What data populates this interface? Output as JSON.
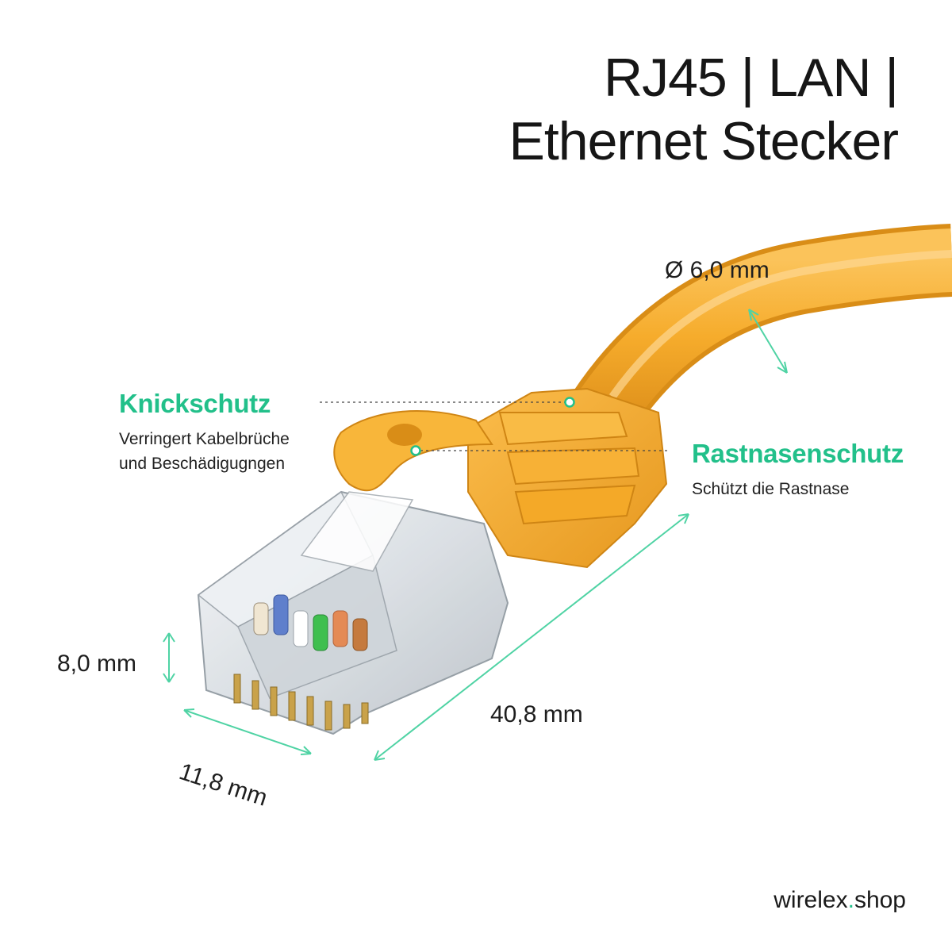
{
  "title": {
    "line1": "RJ45 | LAN |",
    "line2": "Ethernet Stecker"
  },
  "features": {
    "knickschutz": {
      "heading": "Knickschutz",
      "line1": "Verringert Kabelbrüche",
      "line2": "und Beschädigugngen"
    },
    "rastnasenschutz": {
      "heading": "Rastnasenschutz",
      "line1": "Schützt die Rastnase"
    }
  },
  "measurements": {
    "diameter": "Ø 6,0 mm",
    "height": "8,0 mm",
    "width": "11,8 mm",
    "length": "40,8 mm"
  },
  "brand": {
    "name": "wirelex",
    "dot": ".",
    "tld": "shop"
  },
  "colors": {
    "accent": "#22c08a",
    "cable": "#f6ac2c",
    "text": "#1a1a1a"
  }
}
